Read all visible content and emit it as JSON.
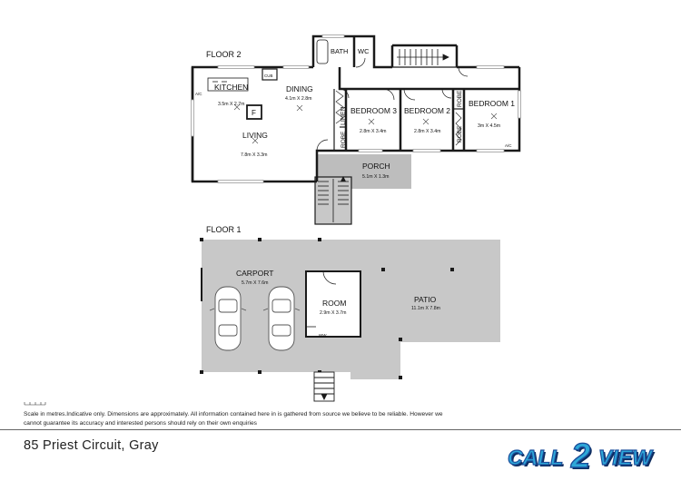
{
  "floors": {
    "upper_label": "FLOOR 2",
    "lower_label": "FLOOR 1"
  },
  "rooms": {
    "bath": "BATH",
    "wc": "WC",
    "kitchen": "KITCHEN",
    "kitchen_dim": "3.5m X 2.7m",
    "cub": "CUB",
    "fireplace": "F",
    "dining": "DINING",
    "dining_dim": "4.1m X 2.8m",
    "living": "LIVING",
    "living_dim": "7.8m X 3.3m",
    "linen": "LINEN",
    "robe_left": "ROBE",
    "bedroom3": "BEDROOM 3",
    "bedroom3_dim": "2.8m X 3.4m",
    "bedroom2": "BEDROOM 2",
    "bedroom2_dim": "2.8m X 3.4m",
    "robe_mid": "ROBE",
    "robe_right": "ROBE",
    "bedroom1": "BEDROOM 1",
    "bedroom1_dim": "3m X 4.5m",
    "porch": "PORCH",
    "porch_dim": "5.1m X 1.3m",
    "ac_left": "A/C",
    "ac_right": "A/C",
    "carport": "CARPORT",
    "carport_dim": "5.7m X 7.6m",
    "room": "ROOM",
    "room_dim": "2.9m X 3.7m",
    "ww": "WW",
    "patio": "PATIO",
    "patio_dim": "11.1m X 7.8m"
  },
  "footer": {
    "disclaimer": "Scale in metres.Indicative only. Dimensions are approximately. All information contained here in is gathered from source we believe to be reliable. However we cannot guarantee its accuracy and interested persons should rely on their own enquiries",
    "address": "85 Priest Circuit, Gray"
  },
  "logo": {
    "word1": "CALL",
    "digit": "2",
    "word2": "VIEW",
    "colors": {
      "fill": "#2ea8d8",
      "outline": "#1b4f9c",
      "shadow": "#0d2c5e"
    }
  },
  "colors": {
    "wall": "#1a1a1a",
    "floor_fill": "#c8c8c8",
    "porch_fill": "#bdbdbd"
  }
}
